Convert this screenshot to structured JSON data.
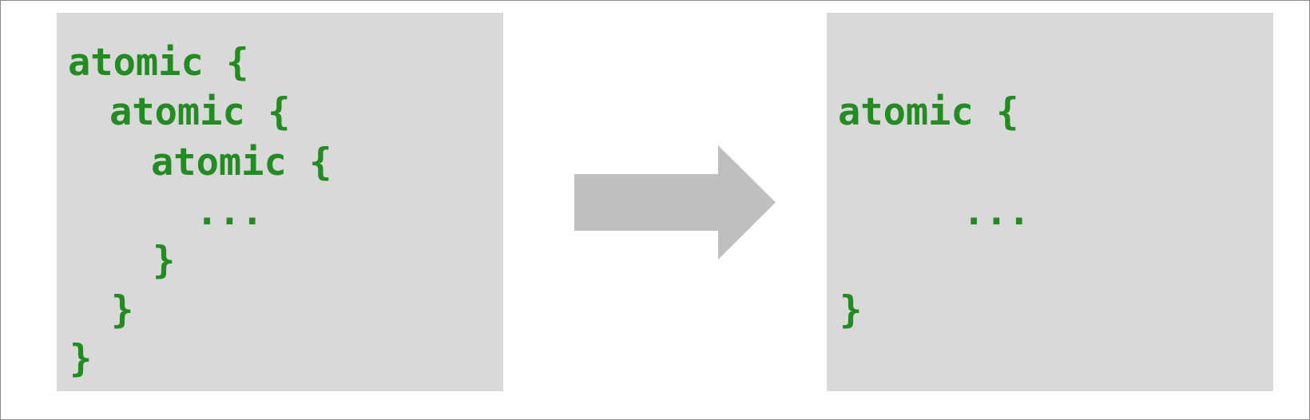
{
  "colors": {
    "background": "#ffffff",
    "frame_border": "#8a8a8a",
    "panel": "#d9d9d9",
    "code": "#228b22",
    "arrow": "#bfbfbf"
  },
  "left_panel": {
    "lines": [
      "atomic {",
      "atomic {",
      "atomic {",
      "...",
      "}",
      "}",
      "}"
    ]
  },
  "arrow": {
    "icon": "right-arrow-icon"
  },
  "right_panel": {
    "lines": [
      "atomic {",
      "...",
      "}"
    ]
  }
}
